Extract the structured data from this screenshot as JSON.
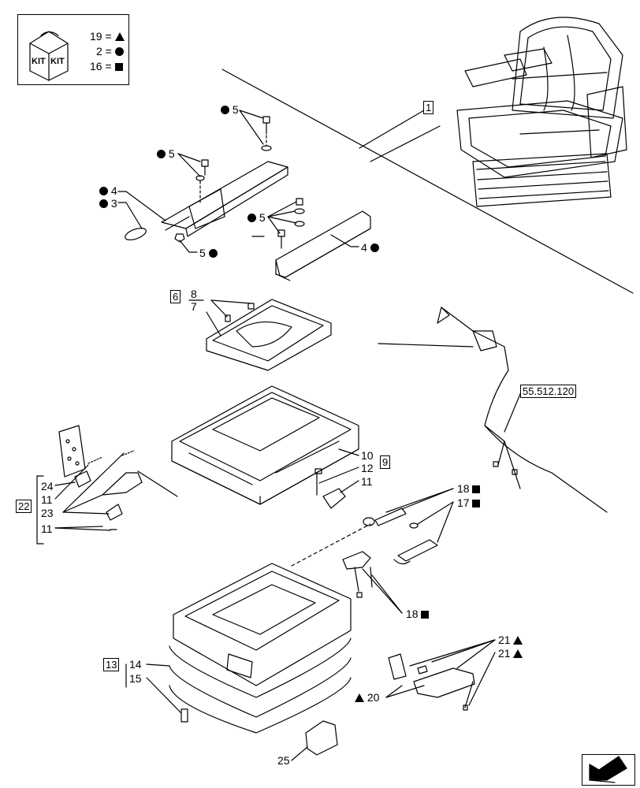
{
  "kit_legend": {
    "kit_text": "KIT",
    "entries": [
      {
        "qty": "19",
        "symbol": "triangle"
      },
      {
        "qty": "2",
        "symbol": "circle"
      },
      {
        "qty": "16",
        "symbol": "square"
      }
    ]
  },
  "reference_boxes": {
    "seat_assembly": "1",
    "plate_group": "6",
    "frame_group": "9",
    "console_group": "22",
    "cushion_group": "13",
    "cross_reference": "55.512.120"
  },
  "callouts": {
    "bolt_top": "5",
    "bolt_left": "5",
    "bolt_right": "5",
    "nut_lower": "5",
    "rail_left": "4",
    "rail_right": "4",
    "cap": "3",
    "plate_screw": "8",
    "plate": "7",
    "frame": "10",
    "frame_bolt": "12",
    "frame_clip": "11",
    "console_panel": "24",
    "console_clip": "11",
    "console_lever": "23",
    "console_screws": "11",
    "spring_a": "18",
    "spring_b": "17",
    "bracket": "18",
    "pin_a": "21",
    "pin_b": "21",
    "damper": "20",
    "cushion_upper": "14",
    "cushion_lower": "15",
    "handle": "25"
  },
  "icons": {
    "kit": "kit-box-icon",
    "nav": "next-page-arrow-icon"
  }
}
